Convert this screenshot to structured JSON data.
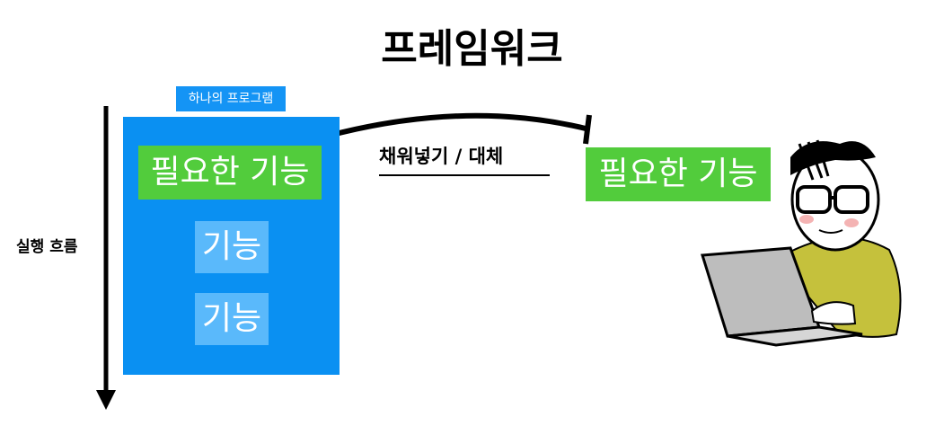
{
  "title": "프레임워크",
  "program": {
    "label": "하나의 프로그램",
    "features": [
      "필요한 기능",
      "기능",
      "기능"
    ]
  },
  "flow_label": "실행 흐름",
  "action_label": "채워넣기 / 대체",
  "developer_feature": "필요한 기능",
  "colors": {
    "program_blue": "#0a90f2",
    "feature_green": "#52cc3c",
    "feature_light_blue": "#5ab9fb"
  }
}
